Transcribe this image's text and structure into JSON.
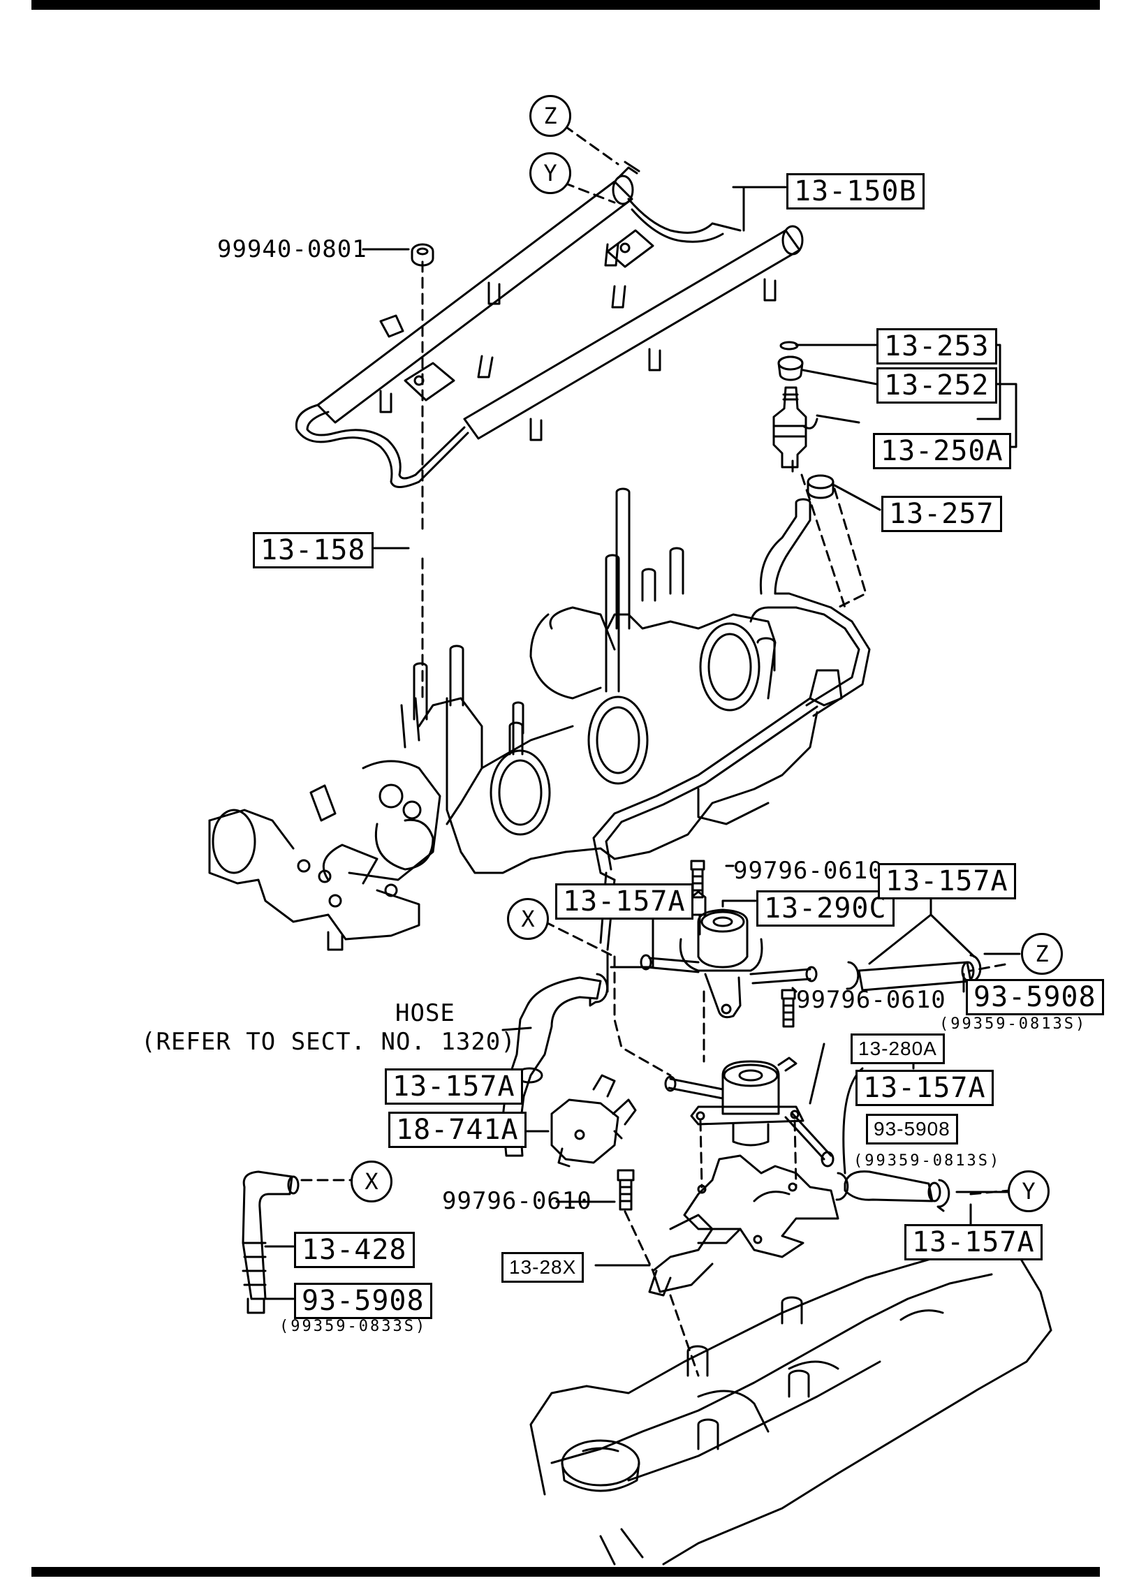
{
  "callouts": {
    "p13_150B": "13-150B",
    "p13_253": "13-253",
    "p13_252": "13-252",
    "p13_250A": "13-250A",
    "p13_257": "13-257",
    "p13_158": "13-158",
    "p13_157A_1": "13-157A",
    "p13_157A_2": "13-157A",
    "p13_157A_3": "13-157A",
    "p13_157A_4": "13-157A",
    "p13_157A_5": "13-157A",
    "p13_290C": "13-290C",
    "p13_280A": "13-280A",
    "p93_5908_1": "93-5908",
    "p93_5908_2": "93-5908",
    "p93_5908_3": "93-5908",
    "p18_741A": "18-741A",
    "p13_428": "13-428",
    "p13_28X": "13-28X"
  },
  "parts": {
    "nut": "99940-0801",
    "bolt1": "99796-0610",
    "bolt2": "99796-0610",
    "bolt3": "99796-0610"
  },
  "subcodes": {
    "s1": "(99359-0813S)",
    "s2": "(99359-0813S)",
    "s3": "(99359-0833S)"
  },
  "refs": {
    "Z1": "Z",
    "Y1": "Y",
    "X1": "X",
    "Z2": "Z",
    "Y2": "Y",
    "X2": "X"
  },
  "hose_note": {
    "line1": "HOSE",
    "line2": "(REFER TO SECT. NO. 1320)"
  }
}
